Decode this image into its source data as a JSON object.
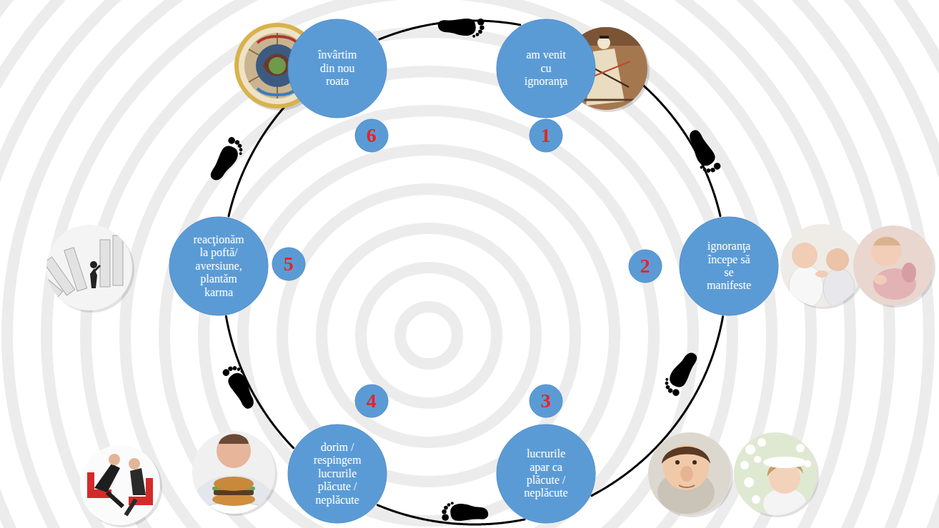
{
  "diagram": {
    "nodes": [
      {
        "text": [
          "am venit cu ignoranţa"
        ]
      },
      {
        "text": [
          "1"
        ]
      },
      {
        "text": [
          "ignoranţa începe să se manifeste"
        ]
      },
      {
        "text": [
          "2"
        ]
      },
      {
        "text": [
          "lucrurile apar ca plăcute / neplăcute"
        ]
      },
      {
        "text": [
          "3"
        ]
      },
      {
        "text": [
          "dorim / respingem lucrurile plăcute / neplăcute"
        ]
      },
      {
        "text": [
          "4"
        ]
      },
      {
        "text": [
          "reacţionăm la poftă/ aversiune, plantăm karma"
        ]
      },
      {
        "text": [
          "5"
        ]
      },
      {
        "text": [
          "învârtim din nou roata"
        ]
      },
      {
        "text": [
          "6"
        ]
      }
    ],
    "edges": [
      {
        "from": 0,
        "to": 2,
        "arrow": "none"
      },
      {
        "from": 2,
        "to": 4,
        "arrow": "none"
      },
      {
        "from": 4,
        "to": 6,
        "arrow": "none"
      },
      {
        "from": 6,
        "to": 8,
        "arrow": "none"
      },
      {
        "from": 8,
        "to": 10,
        "arrow": "none"
      },
      {
        "from": 10,
        "to": 0,
        "arrow": "none"
      }
    ]
  }
}
